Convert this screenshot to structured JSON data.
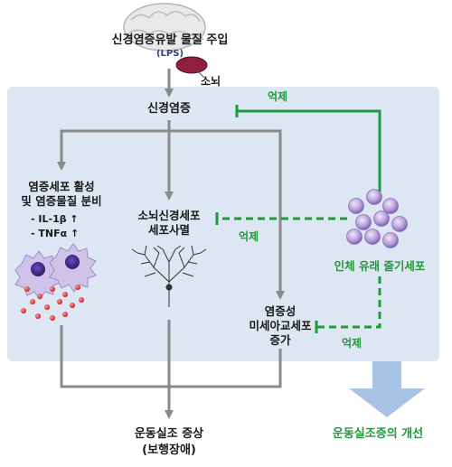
{
  "labels": {
    "injection": "신경염증유발 물질 주입",
    "lps": "(LPS)",
    "cerebellum": "소뇌",
    "neuroinflammation": "신경염증",
    "inflammatory_line1": "염증세포 활성",
    "inflammatory_line2": "및 염증물질 분비",
    "il1b": "- IL-1β ↑",
    "tnfa": "- TNFα ↑",
    "purkinje_line1": "소뇌신경세포",
    "purkinje_line2": "세포사멸",
    "microglia_line1": "염증성",
    "microglia_line2": "미세아교세포",
    "microglia_line3": "증가",
    "stem_cell": "인체 유래 줄기세포",
    "ataxia_line1": "운동실조 증상",
    "ataxia_line2": "(보행장애)",
    "improvement": "운동실조증의 개선"
  },
  "inhibit_labels": {
    "top": "억제",
    "middle": "억제",
    "bottom": "억제"
  },
  "colors": {
    "panel": "#dde6f3",
    "arrow_gray": "#8a8a8a",
    "green": "#1f9a3a",
    "big_arrow": "#a9c3e6",
    "macrophage": "#5e3fa3",
    "red_dot": "#e03a3a",
    "stem_cell": "#b7a0d9"
  }
}
